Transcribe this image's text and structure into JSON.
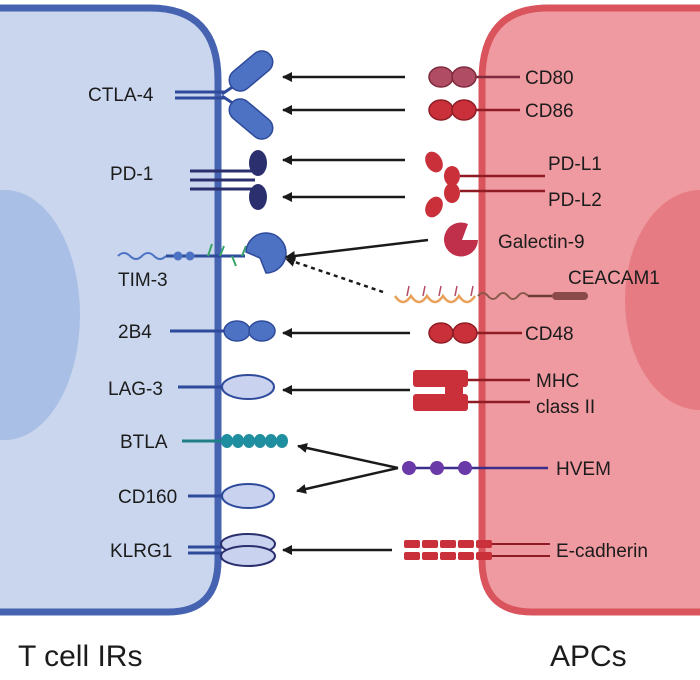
{
  "captions": {
    "left": "T cell IRs",
    "right": "APCs"
  },
  "receptors": {
    "ctla4": "CTLA-4",
    "pd1": "PD-1",
    "tim3": "TIM-3",
    "b2b4": "2B4",
    "lag3": "LAG-3",
    "btla": "BTLA",
    "cd160": "CD160",
    "klrg1": "KLRG1"
  },
  "ligands": {
    "cd80": "CD80",
    "cd86": "CD86",
    "pdl1": "PD-L1",
    "pdl2": "PD-L2",
    "galectin9": "Galectin-9",
    "ceacam1": "CEACAM1",
    "cd48": "CD48",
    "mhc_line1": "MHC",
    "mhc_line2": "class II",
    "hvem": "HVEM",
    "ecadherin": "E-cadherin"
  },
  "colors": {
    "tcell_fill": "#c9d6ee",
    "tcell_border": "#4563b0",
    "apc_fill": "#ef9aa0",
    "apc_border": "#d9545c",
    "receptor_blue": "#4d72c4",
    "ligand_red": "#c9303a",
    "arrow": "#1a1a1a"
  }
}
